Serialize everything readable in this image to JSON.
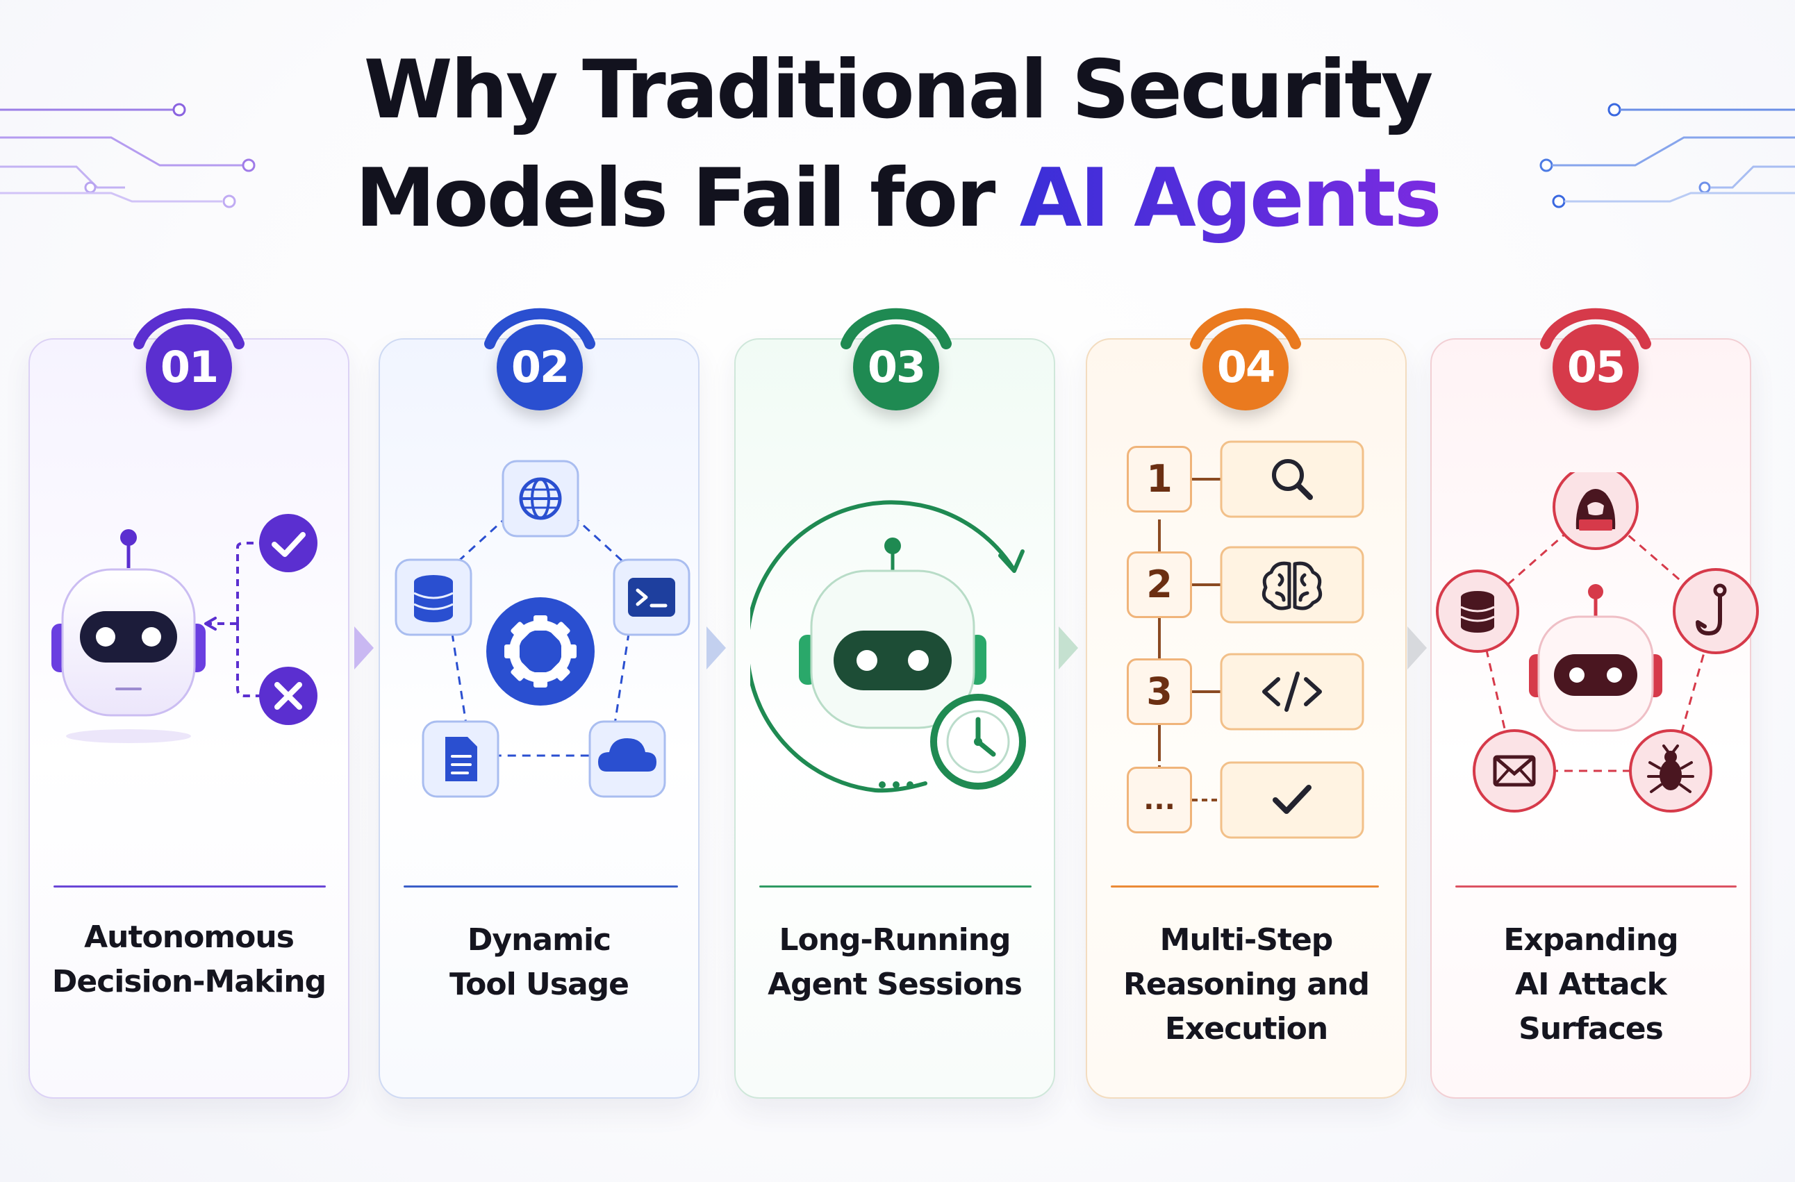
{
  "title": {
    "line1": "Why Traditional Security",
    "line2_prefix": "Models Fail for ",
    "line2_accent": "AI Agents"
  },
  "colors": {
    "purple": "#5b2fd0",
    "blue": "#2a4fd0",
    "green": "#1f8a52",
    "orange": "#ea7a1f",
    "red": "#d63a4a"
  },
  "cards": [
    {
      "number": "01",
      "label_lines": [
        "Autonomous",
        "Decision-Making"
      ],
      "icons": [
        "robot-icon",
        "check-icon",
        "x-icon"
      ]
    },
    {
      "number": "02",
      "label_lines": [
        "Dynamic",
        "Tool Usage"
      ],
      "icons": [
        "gear-icon",
        "globe-icon",
        "terminal-icon",
        "cloud-icon",
        "document-icon",
        "database-icon"
      ]
    },
    {
      "number": "03",
      "label_lines": [
        "Long-Running",
        "Agent Sessions"
      ],
      "icons": [
        "robot-icon",
        "clock-icon",
        "cycle-arrow-icon"
      ]
    },
    {
      "number": "04",
      "label_lines": [
        "Multi-Step",
        "Reasoning and",
        "Execution"
      ],
      "steps": [
        "1",
        "2",
        "3",
        "..."
      ],
      "icons": [
        "search-icon",
        "brain-icon",
        "code-icon",
        "check-icon"
      ]
    },
    {
      "number": "05",
      "label_lines": [
        "Expanding",
        "AI Attack",
        "Surfaces"
      ],
      "icons": [
        "robot-icon",
        "hacker-icon",
        "hook-icon",
        "bug-icon",
        "email-icon",
        "database-icon"
      ]
    }
  ]
}
